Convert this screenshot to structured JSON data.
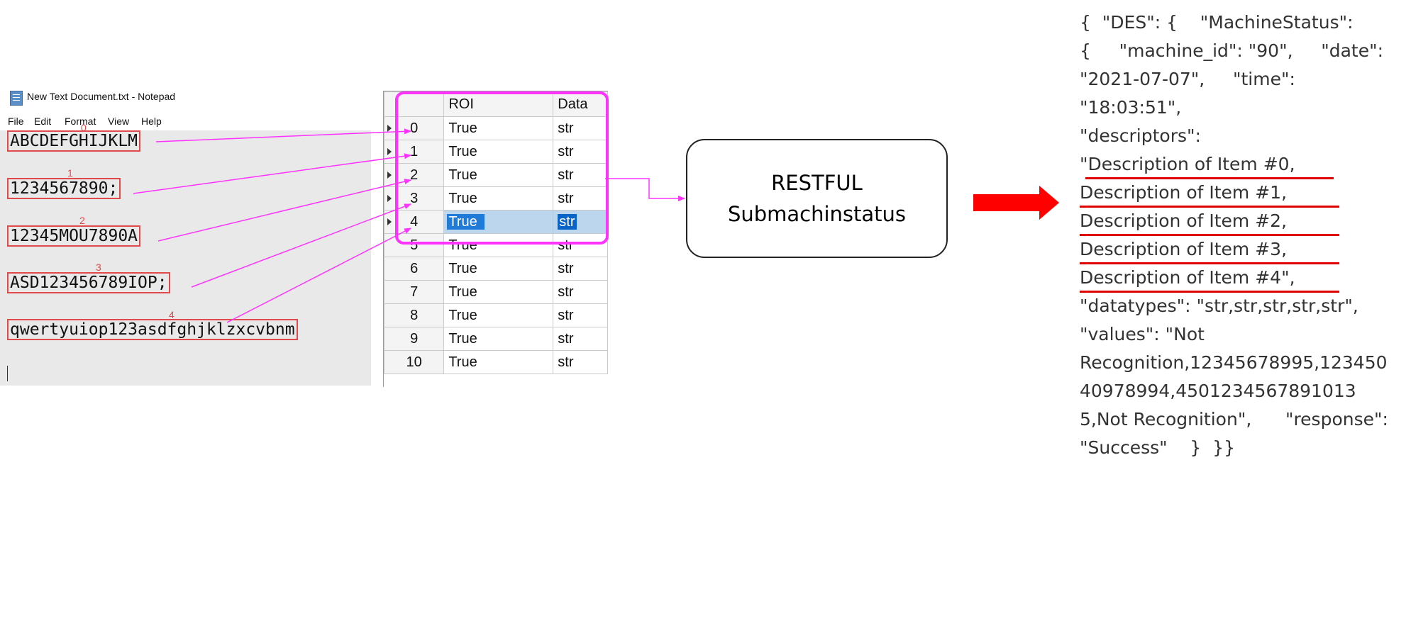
{
  "notepad": {
    "title": "New Text Document.txt - Notepad",
    "menu": [
      "File",
      "Edit",
      "Format",
      "View",
      "Help"
    ],
    "lines": [
      {
        "index": "0",
        "text": "ABCDEFGHIJKLM"
      },
      {
        "index": "1",
        "text": "1234567890;"
      },
      {
        "index": "2",
        "text": "12345MOU7890A"
      },
      {
        "index": "3",
        "text": "ASD123456789IOP;"
      },
      {
        "index": "4",
        "text": "qwertyuiop123asdfghjklzxcvbnm"
      }
    ]
  },
  "grid": {
    "headers": [
      "",
      "ROI",
      "Data"
    ],
    "rows": [
      {
        "index": "0",
        "roi": "True",
        "type": "str"
      },
      {
        "index": "1",
        "roi": "True",
        "type": "str"
      },
      {
        "index": "2",
        "roi": "True",
        "type": "str"
      },
      {
        "index": "3",
        "roi": "True",
        "type": "str"
      },
      {
        "index": "4",
        "roi": "True",
        "type": "str"
      },
      {
        "index": "5",
        "roi": "True",
        "type": "str"
      },
      {
        "index": "6",
        "roi": "True",
        "type": "str"
      },
      {
        "index": "7",
        "roi": "True",
        "type": "str"
      },
      {
        "index": "8",
        "roi": "True",
        "type": "str"
      },
      {
        "index": "9",
        "roi": "True",
        "type": "str"
      },
      {
        "index": "10",
        "roi": "True",
        "type": "str"
      }
    ],
    "selected_index": "4"
  },
  "service_box": {
    "line1": "RESTFUL",
    "line2": "Submachinstatus"
  },
  "json_lines": [
    "{  \"DES\": {    \"MachineStatus\":",
    "{     \"machine_id\": \"90\",     \"date\":",
    "\"2021-07-07\",     \"time\":",
    "\"18:03:51\",",
    "\"descriptors\":",
    "\"Description of Item #0,",
    "Description of Item #1,",
    "Description of Item #2,",
    "Description of Item #3,",
    "Description of Item #4\",",
    "\"datatypes\": \"str,str,str,str,str\",",
    "\"values\": \"Not",
    "Recognition,12345678995,123450",
    "40978994,4501234567891013",
    "5,Not Recognition\",      \"response\":",
    "\"Success\"    }  }}"
  ],
  "colors": {
    "connector": "#ff33ff",
    "label_box": "#e04a4a",
    "big_arrow": "#ff0000",
    "underline": "#e00000",
    "selection": "#0a64c7"
  }
}
